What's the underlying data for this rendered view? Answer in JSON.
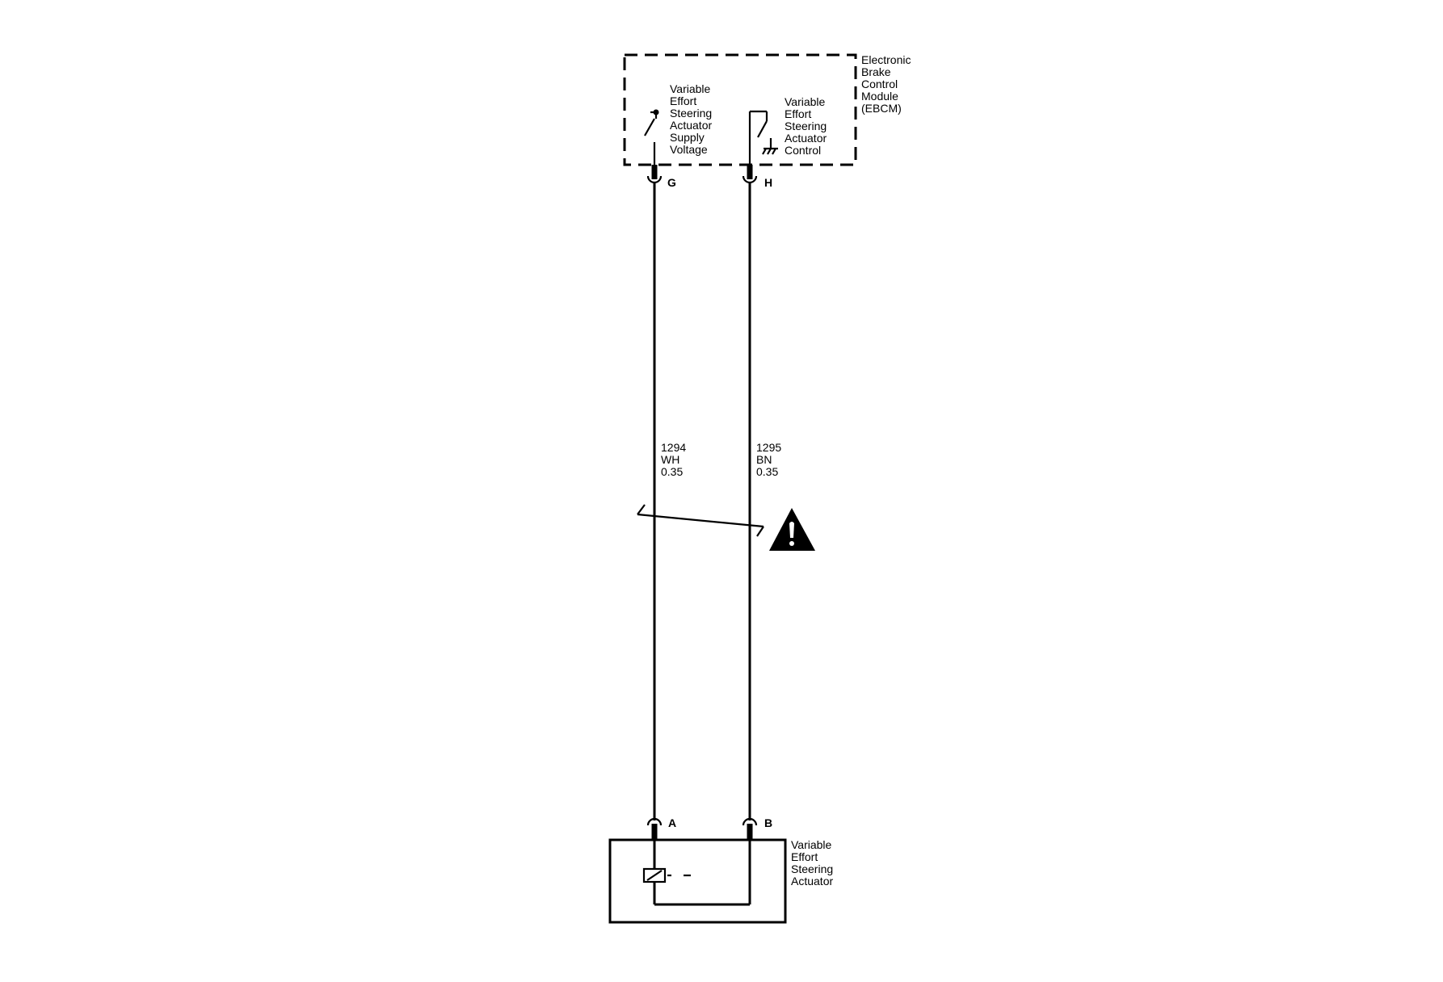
{
  "colors": {
    "line": "#000000",
    "background": "#ffffff",
    "warning_fill": "#000000",
    "warning_glyph": "#ffffff"
  },
  "ebcm": {
    "label_lines": [
      "Electronic",
      "Brake",
      "Control",
      "Module",
      "(EBCM)"
    ],
    "supply_label_lines": [
      "Variable",
      "Effort",
      "Steering",
      "Actuator",
      "Supply",
      "Voltage"
    ],
    "control_label_lines": [
      "Variable",
      "Effort",
      "Steering",
      "Actuator",
      "Control"
    ]
  },
  "connectors": {
    "top_left_pin": "G",
    "top_right_pin": "H",
    "bottom_left_pin": "A",
    "bottom_right_pin": "B"
  },
  "wires": [
    {
      "circuit": "1294",
      "color": "WH",
      "gauge": "0.35"
    },
    {
      "circuit": "1295",
      "color": "BN",
      "gauge": "0.35"
    }
  ],
  "actuator": {
    "label_lines": [
      "Variable",
      "Effort",
      "Steering",
      "Actuator"
    ],
    "icon": "solenoid-icon"
  },
  "warning": {
    "icon": "warning-triangle-icon",
    "glyph": "!"
  }
}
